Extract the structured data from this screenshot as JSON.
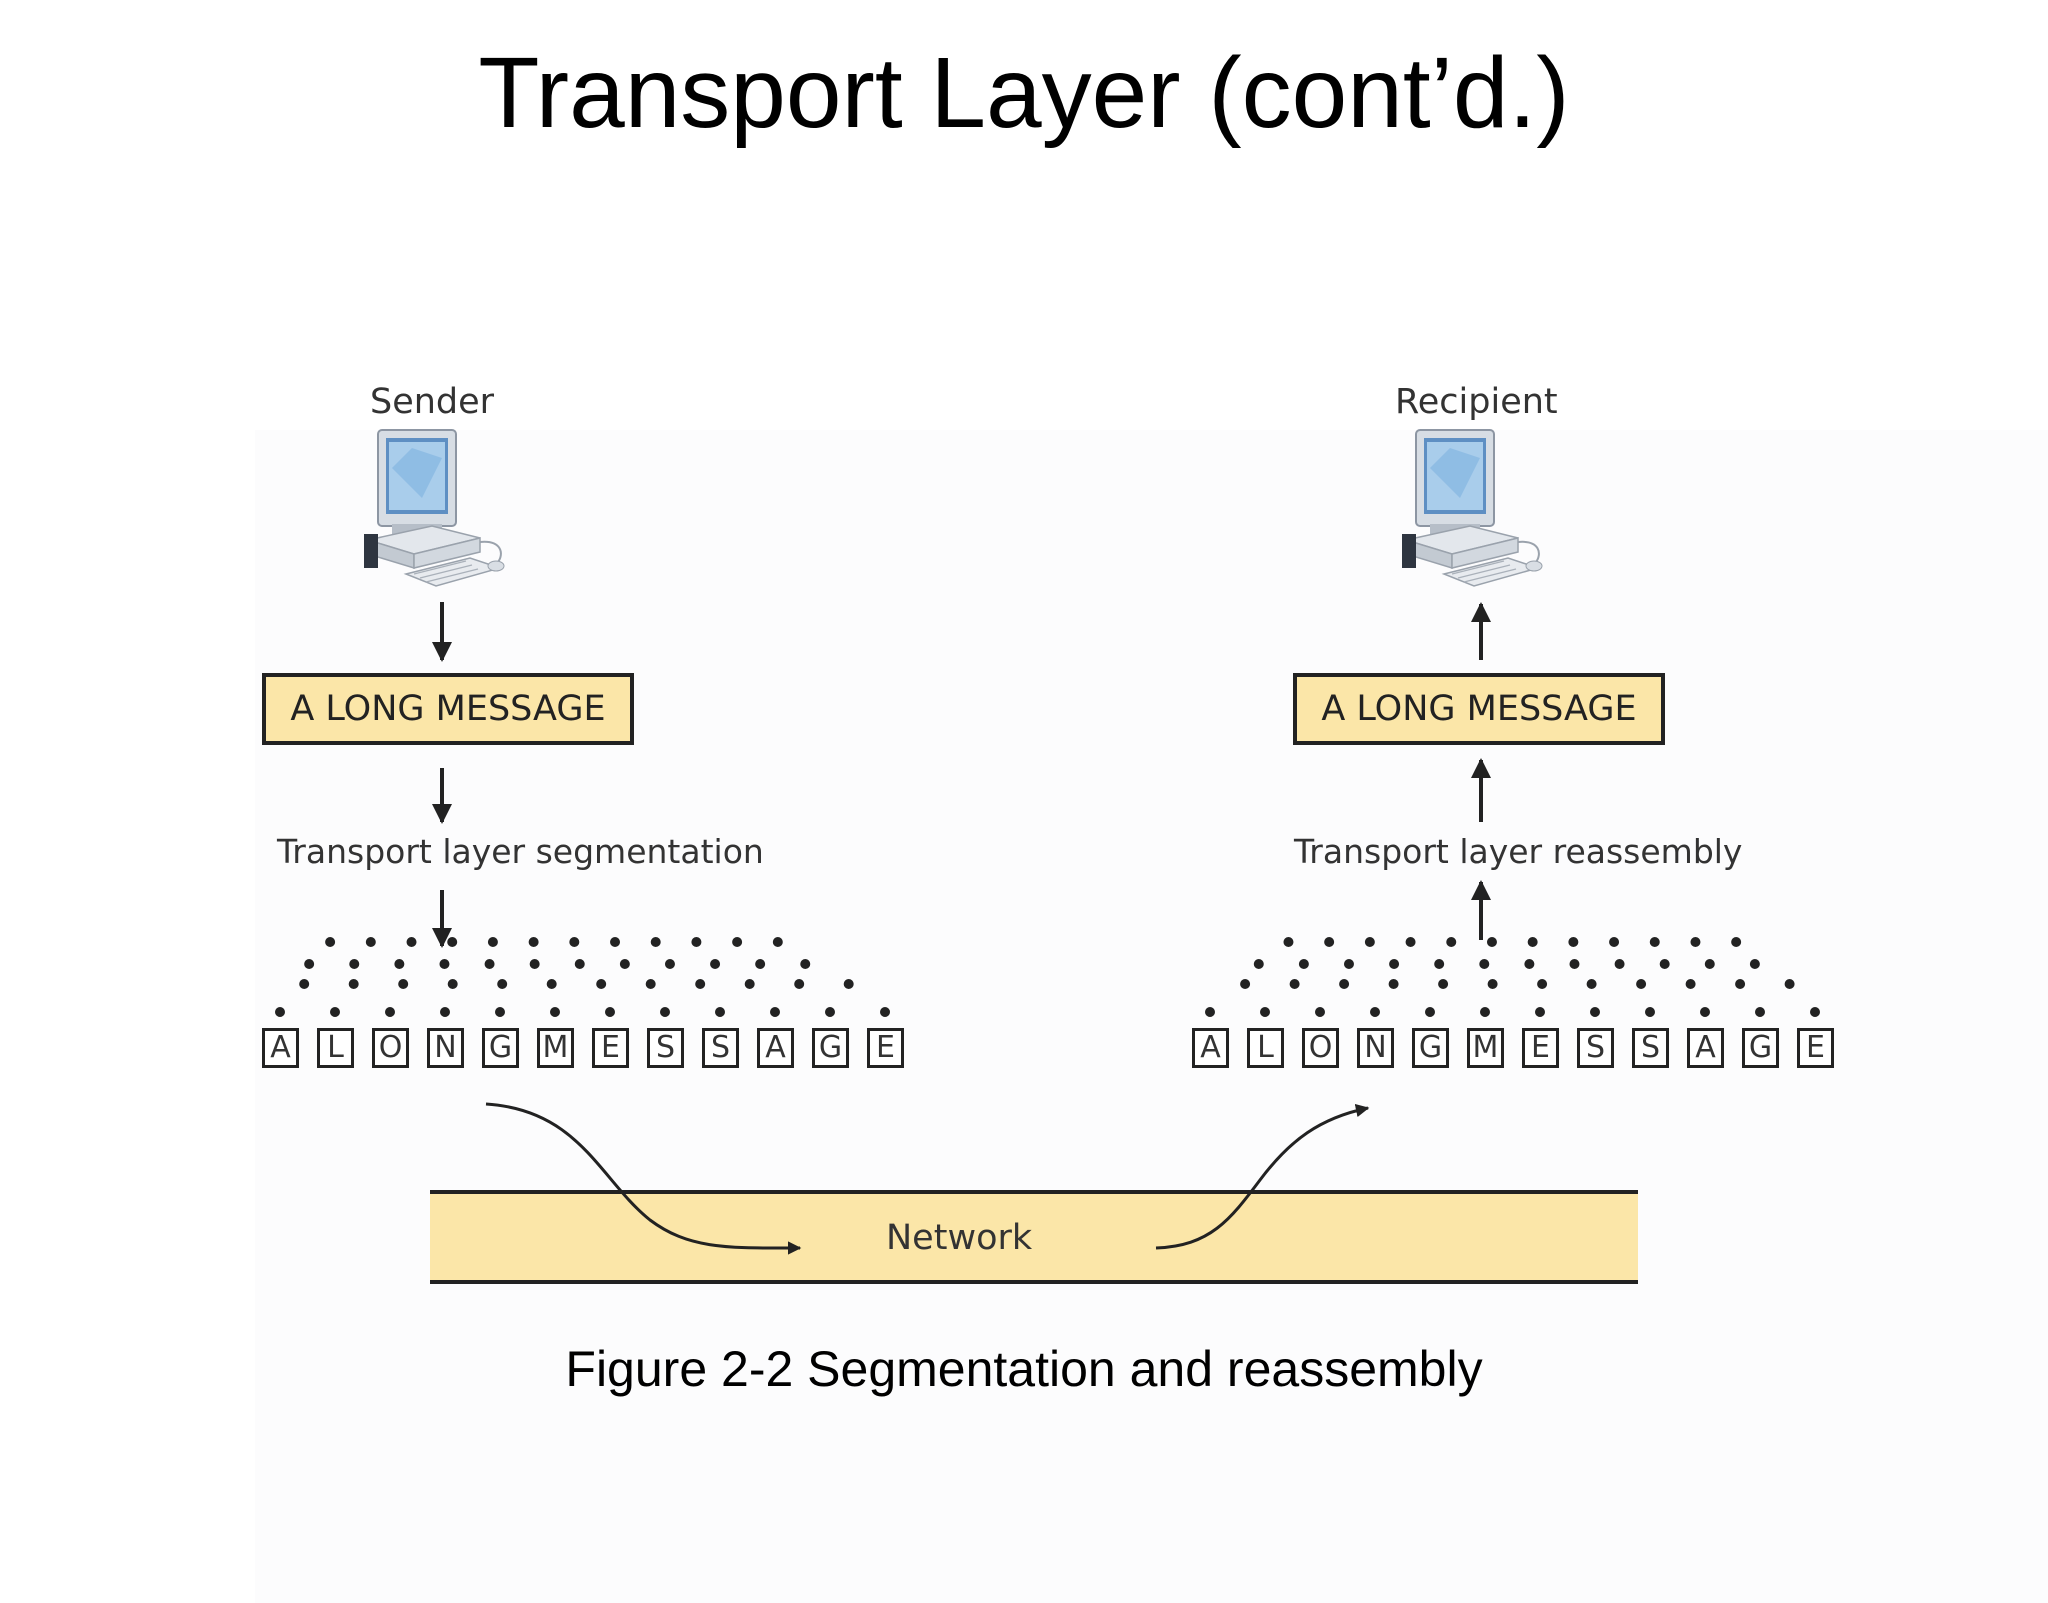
{
  "slide": {
    "title": "Transport Layer (cont’d.)",
    "caption": "Figure 2-2 Segmentation and reassembly"
  },
  "diagram": {
    "sender_label": "Sender",
    "recipient_label": "Recipient",
    "sender_message": "A LONG MESSAGE",
    "recipient_message": "A LONG MESSAGE",
    "segmentation_label": "Transport layer segmentation",
    "reassembly_label": "Transport layer reassembly",
    "network_label": "Network",
    "segments": [
      "A",
      "L",
      "O",
      "N",
      "G",
      "M",
      "E",
      "S",
      "S",
      "A",
      "G",
      "E"
    ],
    "colors": {
      "box_fill": "#fbe6a8",
      "stroke": "#222222"
    },
    "icons": [
      "computer-icon"
    ]
  }
}
